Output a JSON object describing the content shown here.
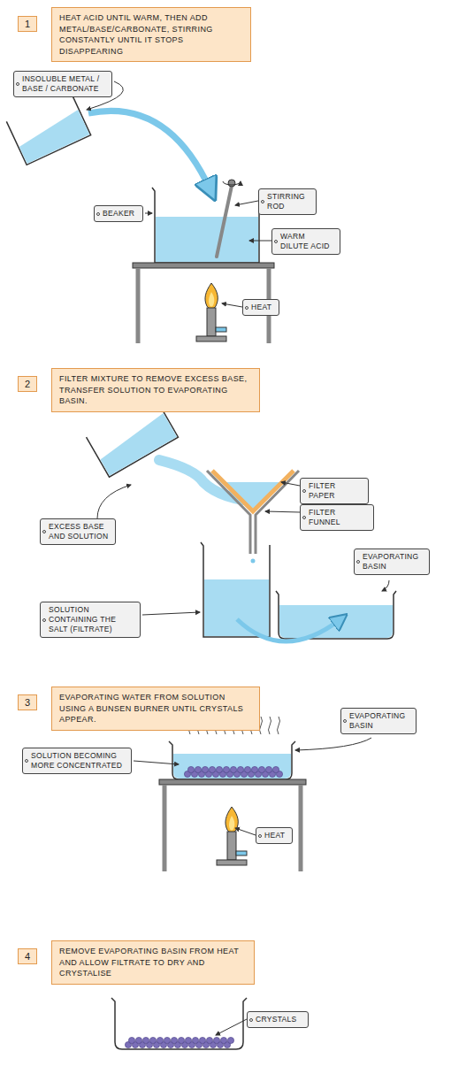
{
  "diagram": {
    "nodes": [
      {
        "text": [
          "1"
        ]
      },
      {
        "text": [
          "HEAT ACID UNTIL WARM, THEN ADD METAL/BASE/CARBONATE, STIRRING CONSTANTLY UNTIL IT STOPS DISAPPEARING"
        ]
      },
      {
        "text": [
          "INSOLUBLE METAL / BASE / CARBONATE"
        ]
      },
      {
        "text": [
          "STIRRING ROD"
        ]
      },
      {
        "text": [
          "BEAKER"
        ]
      },
      {
        "text": [
          "WARM DILUTE ACID"
        ]
      },
      {
        "text": [
          "HEAT"
        ]
      },
      {
        "text": [
          "2"
        ]
      },
      {
        "text": [
          "FILTER MIXTURE TO REMOVE EXCESS BASE, TRANSFER SOLUTION TO EVAPORATING BASIN."
        ]
      },
      {
        "text": [
          "FILTER PAPER"
        ]
      },
      {
        "text": [
          "EXCESS BASE AND SOLUTION"
        ]
      },
      {
        "text": [
          "FILTER FUNNEL"
        ]
      },
      {
        "text": [
          "EVAPORATING BASIN"
        ]
      },
      {
        "text": [
          "SOLUTION CONTAINING THE SALT (FILTRATE)"
        ]
      },
      {
        "text": [
          "3"
        ]
      },
      {
        "text": [
          "EVAPORATING WATER FROM SOLUTION USING A BUNSEN BURNER UNTIL CRYSTALS APPEAR."
        ]
      },
      {
        "text": [
          "EVAPORATING BASIN"
        ]
      },
      {
        "text": [
          "SOLUTION BECOMING MORE CONCENTRATED"
        ]
      },
      {
        "text": [
          "HEAT"
        ]
      },
      {
        "text": [
          "4"
        ]
      },
      {
        "text": [
          "REMOVE EVAPORATING BASIN FROM HEAT AND ALLOW FILTRATE TO DRY AND CRYSTALISE"
        ]
      },
      {
        "text": [
          "CRYSTALS"
        ]
      }
    ]
  }
}
